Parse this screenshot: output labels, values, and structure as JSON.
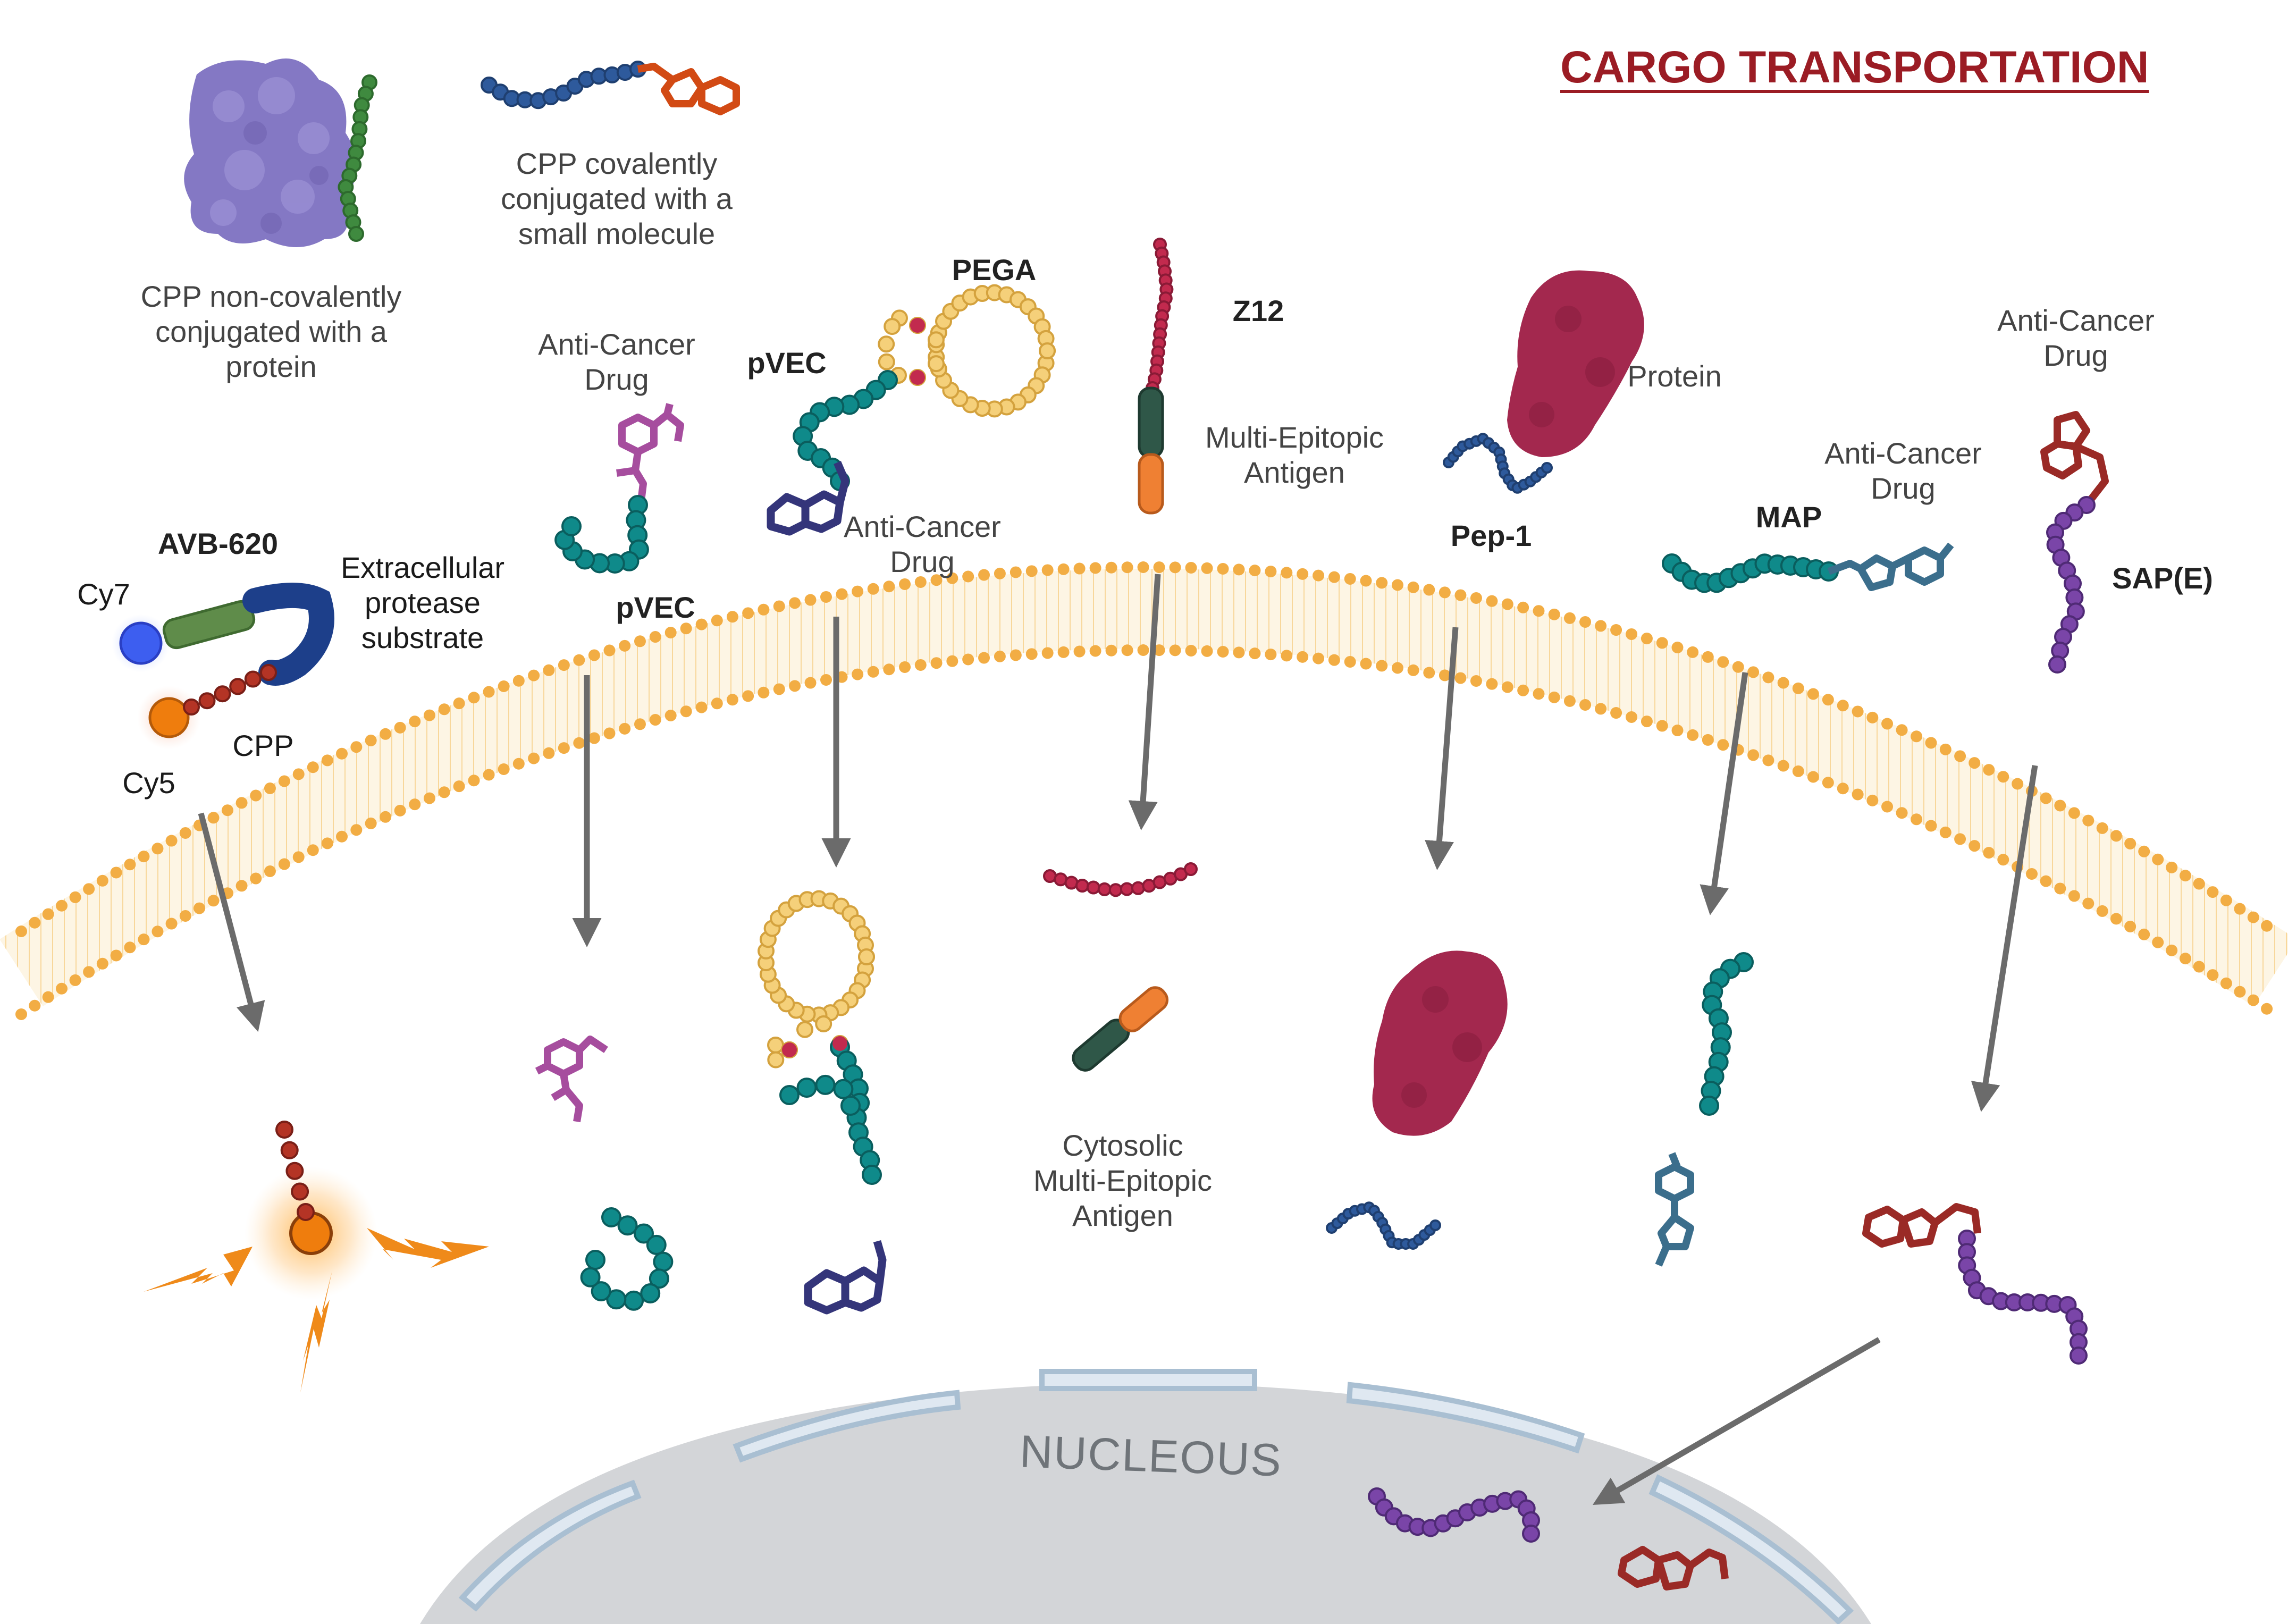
{
  "title": "CARGO TRANSPORTATION",
  "nucleus_label": "NUCLEOUS",
  "labels": {
    "cpp_noncovalent": "CPP non-covalently\nconjugated with a\nprotein",
    "cpp_covalent": "CPP covalently\nconjugated with a\nsmall molecule",
    "avb620": "AVB-620",
    "cy7": "Cy7",
    "cy5": "Cy5",
    "extracellular_substrate": "Extracellular\nprotease\nsubstrate",
    "cpp": "CPP",
    "anticancer_drug_1": "Anti-Cancer\nDrug",
    "pvec_1": "pVEC",
    "pega": "PEGA",
    "pvec_2": "pVEC",
    "anticancer_drug_2": "Anti-Cancer\nDrug",
    "z12": "Z12",
    "multi_epitopic_antigen": "Multi-Epitopic\nAntigen",
    "protein": "Protein",
    "pep1": "Pep-1",
    "map": "MAP",
    "anticancer_drug_3": "Anti-Cancer\nDrug",
    "anticancer_drug_4": "Anti-Cancer\nDrug",
    "sape": "SAP(E)",
    "cytosolic_antigen": "Cytosolic\nMulti-Epitopic\nAntigen"
  },
  "colors": {
    "title": "#9b1c24",
    "membrane": "#f3b24b",
    "nucleus": "#d3d5d8",
    "nuclear_pore": "#c8d9e6",
    "arrow": "#6b6b6b",
    "protein_purple": "#8478c4",
    "protein_crimson": "#a3284e",
    "peptide_green": "#3f8a3f",
    "peptide_blue": "#2e5a9c",
    "peptide_teal": "#0f8a8a",
    "peptide_crimson": "#c22a4e",
    "peptide_purple": "#7a45a8",
    "pega_yellow": "#f5d07a",
    "drug_orange": "#d24a14",
    "drug_magenta": "#a64d9e",
    "drug_navy": "#34357a",
    "drug_steel": "#3b6e8c",
    "drug_darkred": "#9a2a26",
    "cy7": "#3d5ef0",
    "cy5": "#ef7d0d",
    "linker_green": "#5f8c4a",
    "substrate_blue": "#1d3f8a",
    "cpp_red": "#b43425",
    "antigen_darkgreen": "#2f5748",
    "antigen_orange": "#ef8033",
    "spark": "#ef8a1a"
  }
}
